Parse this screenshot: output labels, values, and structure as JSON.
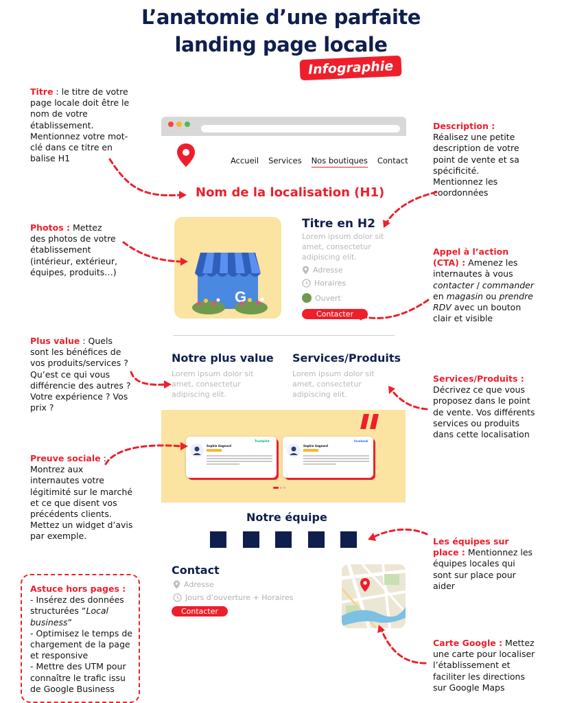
{
  "header": {
    "title_line1": "L’anatomie d’une parfaite",
    "title_line2": "landing page locale",
    "badge": "Infographie"
  },
  "notes": {
    "titre": {
      "label": "Titre",
      "text": " : le titre de votre page locale doit être le nom de votre établissement. Mentionnez votre mot-clé dans ce titre en balise H1"
    },
    "photos": {
      "label": "Photos :",
      "text": " Mettez des photos de votre établissement (intérieur, extérieur, équipes, produits…)"
    },
    "plus_value": {
      "label": "Plus value",
      "text": " : Quels sont les bénéfices de vos produits/services ? Qu’est ce qui vous différencie des autres ? Votre expérience ? Vos prix ?"
    },
    "preuve": {
      "label": "Preuve sociale",
      "text": " : Montrez aux internautes votre légitimité sur le marché et ce que disent vos précédents clients. Mettez un widget d’avis par exemple."
    },
    "astuce": {
      "label": "Astuce hors pages :",
      "line1_pre": "- Insérez des données structurées “",
      "line1_em": "Local business",
      "line1_post": "”",
      "line2": "- Optimisez le temps de chargement de la page et responsive",
      "line3": "- Mettre des UTM pour connaître le trafic issu de Google Business"
    },
    "description": {
      "label": "Description :",
      "text": " Réalisez une petite description de votre point de vente et sa spécificité. Mentionnez les coordonnées"
    },
    "cta": {
      "label": "Appel à l’action (CTA) :",
      "t1": " Amenez les internautes à vous ",
      "em1": "contacter",
      "t2": " / ",
      "em2": "commander",
      "t3": " en ",
      "em3": "magasin",
      "t4": " ou ",
      "em4": "prendre RDV",
      "t5": " avec un bouton clair et visible"
    },
    "services": {
      "label": "Services/Produits :",
      "text": " Décrivez ce que vous proposez dans le point de vente. Vos différents services ou produits dans cette localisation"
    },
    "equipes": {
      "label": "Les équipes sur place :",
      "text": " Mentionnez les équipes locales qui sont sur place pour aider"
    },
    "carte": {
      "label": "Carte Google :",
      "text": " Mettez une carte pour localiser l’établissement et faciliter les directions sur Google Maps"
    }
  },
  "mockup": {
    "nav": [
      "Accueil",
      "Services",
      "Nos boutiques",
      "Contact"
    ],
    "h1": "Nom de la localisation (H1)",
    "h2": "Titre en H2",
    "lorem": "Lorem ipsum dolor sit amet, consectetur adipiscing elit.",
    "adresse": "Adresse",
    "horaires": "Horaires",
    "ouvert": "Ouvert",
    "contacter": "Contacter",
    "plus_value_title": "Notre plus value",
    "services_title": "Services/Produits",
    "review1": {
      "name": "Sophie Gagnard",
      "source": "Trustpilot"
    },
    "review2": {
      "name": "Sophie Gagnard",
      "source": "facebook"
    },
    "equipe_title": "Notre équipe",
    "contact_title": "Contact",
    "contact_adresse": "Adresse",
    "contact_horaires": "Jours d’ouverture + Horaires",
    "contact_button": "Contacter"
  },
  "colors": {
    "navy": "#0f1f4d",
    "red": "#ee1f2b",
    "yellow": "#fbe3a1",
    "green": "#6f9a4e"
  }
}
